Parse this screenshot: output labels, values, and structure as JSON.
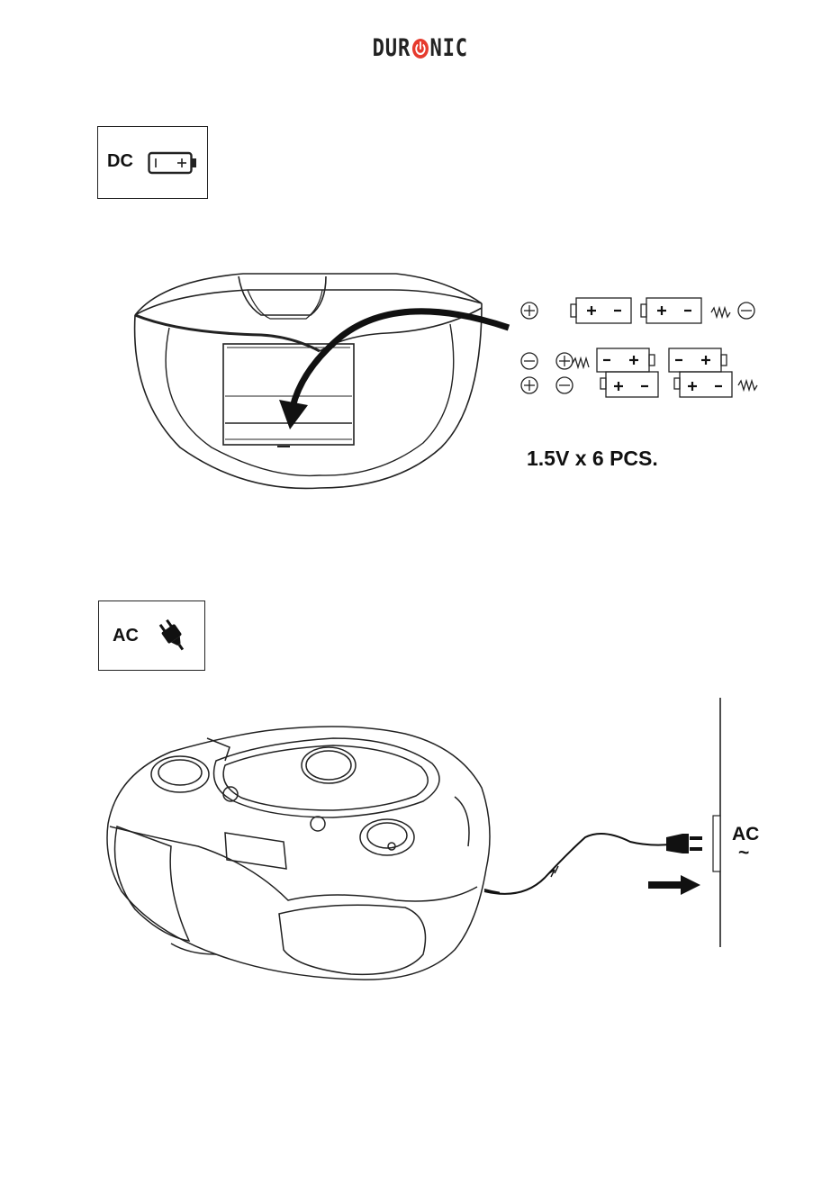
{
  "header": {
    "brand_left": "DUR",
    "brand_right": "NIC"
  },
  "dc_section": {
    "label": "DC",
    "battery_icon": "battery-icon",
    "capacity_text": "1.5V x 6 PCS."
  },
  "ac_section": {
    "label": "AC",
    "plug_icon": "plug-icon",
    "wall_label": "AC",
    "wall_symbol": "~"
  },
  "colors": {
    "accent": "#e63b2e",
    "line": "#222222"
  }
}
